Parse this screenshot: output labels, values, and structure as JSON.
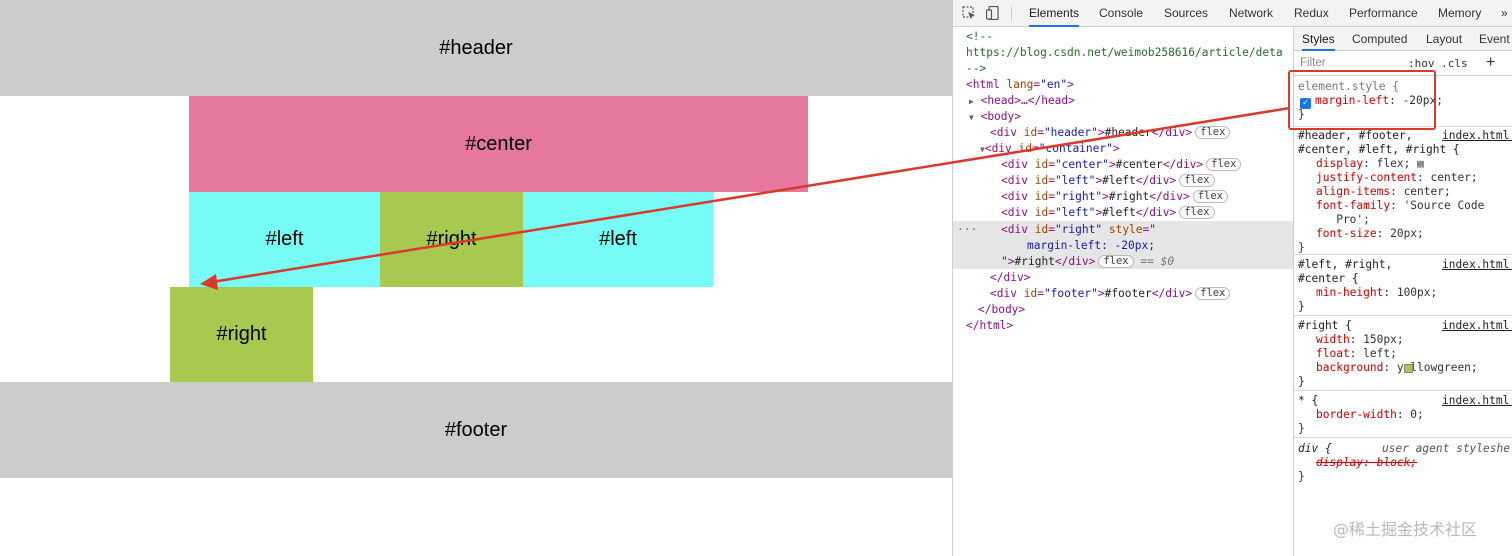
{
  "preview": {
    "header": "#header",
    "center": "#center",
    "left": "#left",
    "right": "#right",
    "footer": "#footer"
  },
  "devtools": {
    "tabs": [
      "Elements",
      "Console",
      "Sources",
      "Network",
      "Redux",
      "Performance",
      "Memory"
    ],
    "more": "»",
    "dom": {
      "comment_open": "<!--",
      "comment_url": "https://blog.csdn.net/weimob258616/article/deta",
      "comment_close": "-->",
      "html_open": "<html",
      "lang_attr": "lang",
      "lang_val": "\"en\"",
      "head": "<head>…</head>",
      "body_open": "<body>",
      "div_open": "<div",
      "id_attr": "id",
      "header_val": "\"header\"",
      "header_txt": "#header",
      "container_val": "\"container\"",
      "center_val": "\"center\"",
      "center_txt": "#center",
      "left_val": "\"left\"",
      "left_txt": "#left",
      "right_val": "\"right\"",
      "right_txt": "#right",
      "style_attr": "style",
      "style_val_open": "\"",
      "style_inline": "margin-left: -20px;",
      "style_val_close": "\"",
      "dollar": "== $0",
      "div_close": "</div>",
      "footer_val": "\"footer\"",
      "footer_txt": "#footer",
      "body_close": "</body>",
      "html_close": "</html>",
      "flex": "flex"
    },
    "styles": {
      "tabs": [
        "Styles",
        "Computed",
        "Layout",
        "Event L"
      ],
      "filter_placeholder": "Filter",
      "hov_cls": ":hov .cls",
      "plus": "+",
      "element_style": "element.style {",
      "element_style_prop": "margin-left",
      "element_style_val": ": -20px;",
      "close_brace": "}",
      "rule1_sel_a": "#header, #footer,",
      "rule1_sel_b": "#center, #left, #right {",
      "rule1_src": "index.html:",
      "rule1_props": [
        [
          "display",
          ": flex;"
        ],
        [
          "justify-content",
          ": center;"
        ],
        [
          "align-items",
          ": center;"
        ],
        [
          "font-family",
          ": 'Source Code"
        ],
        [
          "",
          "   Pro';"
        ],
        [
          "font-size",
          ": 20px;"
        ]
      ],
      "rule2_sel_a": "#left, #right,",
      "rule2_sel_b": "#center {",
      "rule2_src": "index.html:",
      "rule2_prop": "min-height",
      "rule2_val": ": 100px;",
      "rule3_sel": "#right {",
      "rule3_src": "index.html:",
      "rule3_props": [
        [
          "width",
          ": 150px;"
        ],
        [
          "float",
          ": left;"
        ],
        [
          "background",
          ": yellowgreen;"
        ]
      ],
      "rule4_sel": "* {",
      "rule4_src": "index.html:",
      "rule4_prop": "border-width",
      "rule4_val": ": 0;",
      "rule5_sel": "div {",
      "rule5_src": "user agent styleshe",
      "rule5_prop": "display: block;"
    }
  },
  "watermark": "@稀土掘金技术社区",
  "colors": {
    "header_footer": "#cccccc",
    "center": "#e6779d",
    "left": "#77fbf7",
    "right": "#a8c94f",
    "annotation": "#d93a2b"
  }
}
